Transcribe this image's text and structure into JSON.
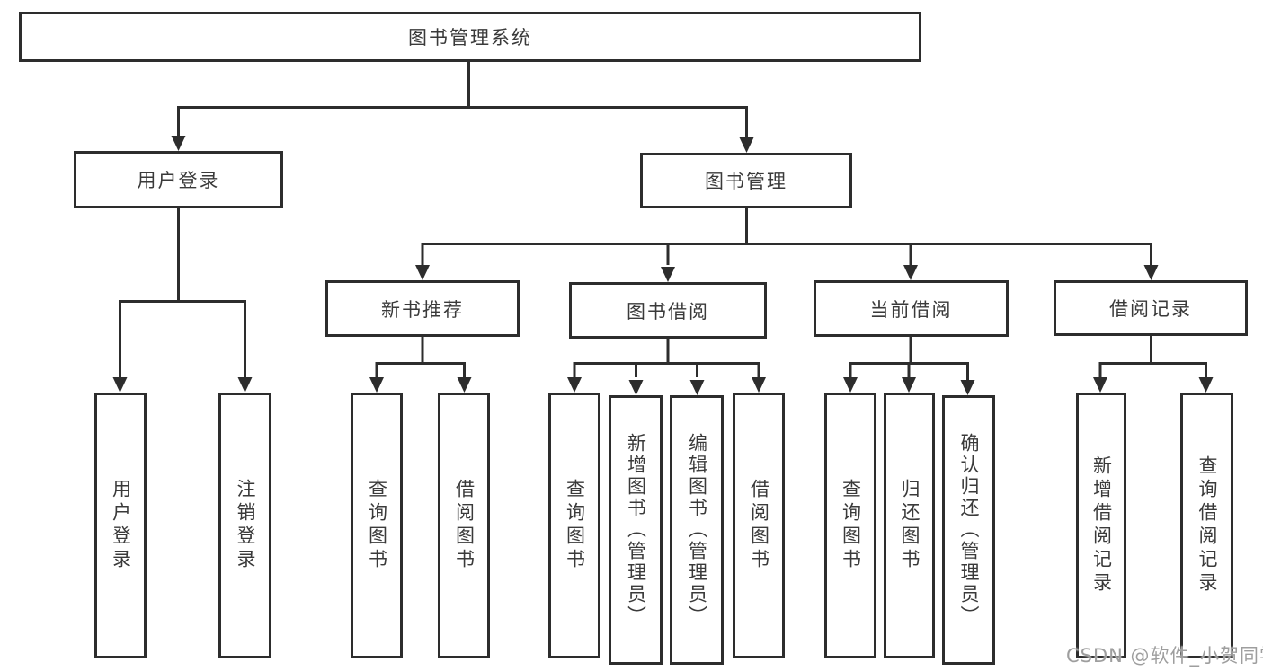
{
  "colors": {
    "line": "#2d2d2d",
    "text": "#3a3a3a",
    "background": "#ffffff",
    "watermark_color": "#9e9e9e"
  },
  "watermark": {
    "text": "CSDN @软件_小贺同学"
  },
  "tree": {
    "root": {
      "label": "图书管理系统",
      "children": [
        {
          "label": "用户登录",
          "children": [
            {
              "label": "用户登录"
            },
            {
              "label": "注销登录"
            }
          ]
        },
        {
          "label": "图书管理",
          "children": [
            {
              "label": "新书推荐",
              "children": [
                {
                  "label": "查询图书"
                },
                {
                  "label": "借阅图书"
                }
              ]
            },
            {
              "label": "图书借阅",
              "children": [
                {
                  "label": "查询图书"
                },
                {
                  "label": "新增图书（管理员）"
                },
                {
                  "label": "编辑图书（管理员）"
                },
                {
                  "label": "借阅图书"
                }
              ]
            },
            {
              "label": "当前借阅",
              "children": [
                {
                  "label": "查询图书"
                },
                {
                  "label": "归还图书"
                },
                {
                  "label": "确认归还（管理员）"
                }
              ]
            },
            {
              "label": "借阅记录",
              "children": [
                {
                  "label": "新增借阅记录"
                },
                {
                  "label": "查询借阅记录"
                }
              ]
            }
          ]
        }
      ]
    }
  }
}
